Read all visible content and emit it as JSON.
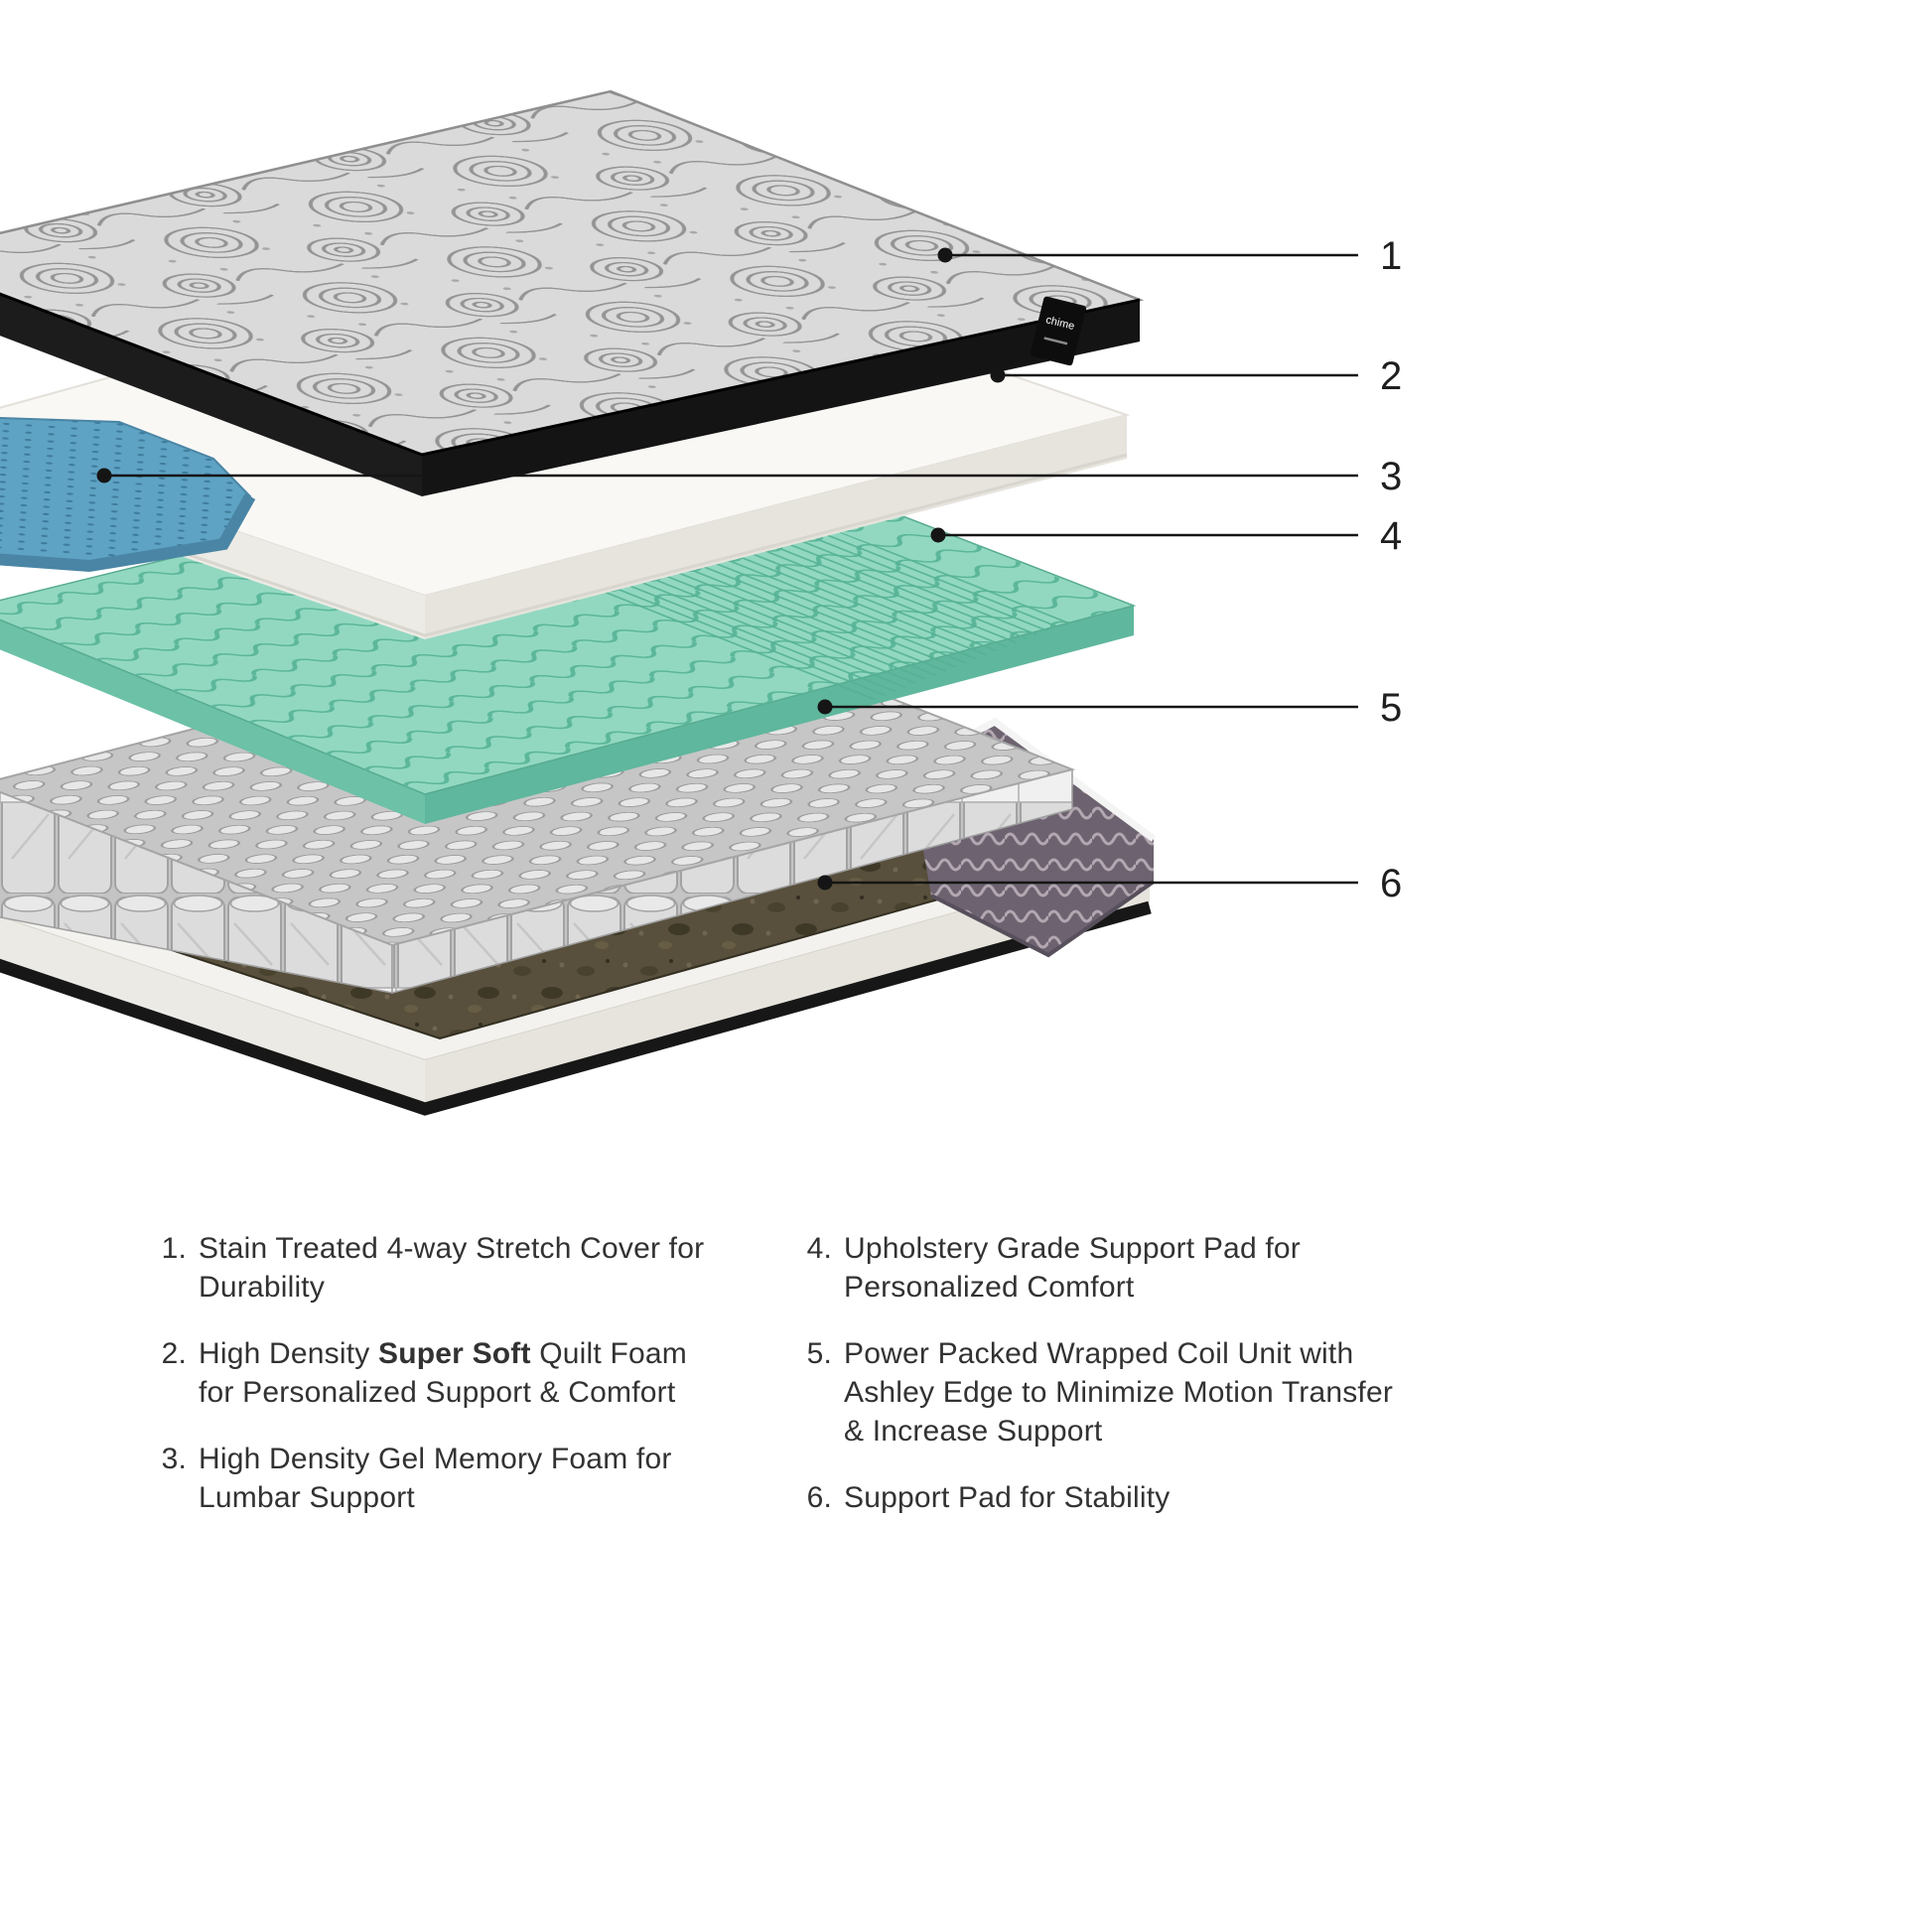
{
  "figure": {
    "callouts": [
      "1",
      "2",
      "3",
      "4",
      "5",
      "6"
    ],
    "tag_label": "chime",
    "colors": {
      "cover_black": "#161616",
      "quilt_gray": "#dadada",
      "foam_white": "#f9f8f5",
      "gel_blue": "#5fa3c4",
      "foam_green": "#92d8c1",
      "coil_gray": "#dcdcdc",
      "pad_brown": "#584f3c",
      "base_purple": "#6d6370"
    }
  },
  "legend": {
    "left": [
      {
        "num": "1.",
        "text": "Stain Treated 4-way Stretch Cover for Durability"
      },
      {
        "num": "2.",
        "text_pre": "High Density ",
        "text_bold": "Super Soft",
        "text_post": " Quilt Foam for Personalized Support & Comfort"
      },
      {
        "num": "3.",
        "text": "High Density Gel Memory Foam for Lumbar Support"
      }
    ],
    "right": [
      {
        "num": "4.",
        "text": "Upholstery Grade Support Pad for Personalized Comfort"
      },
      {
        "num": "5.",
        "text": "Power Packed Wrapped Coil Unit with Ashley Edge to Minimize Motion Transfer & Increase Support"
      },
      {
        "num": "6.",
        "text": "Support Pad for Stability"
      }
    ]
  }
}
